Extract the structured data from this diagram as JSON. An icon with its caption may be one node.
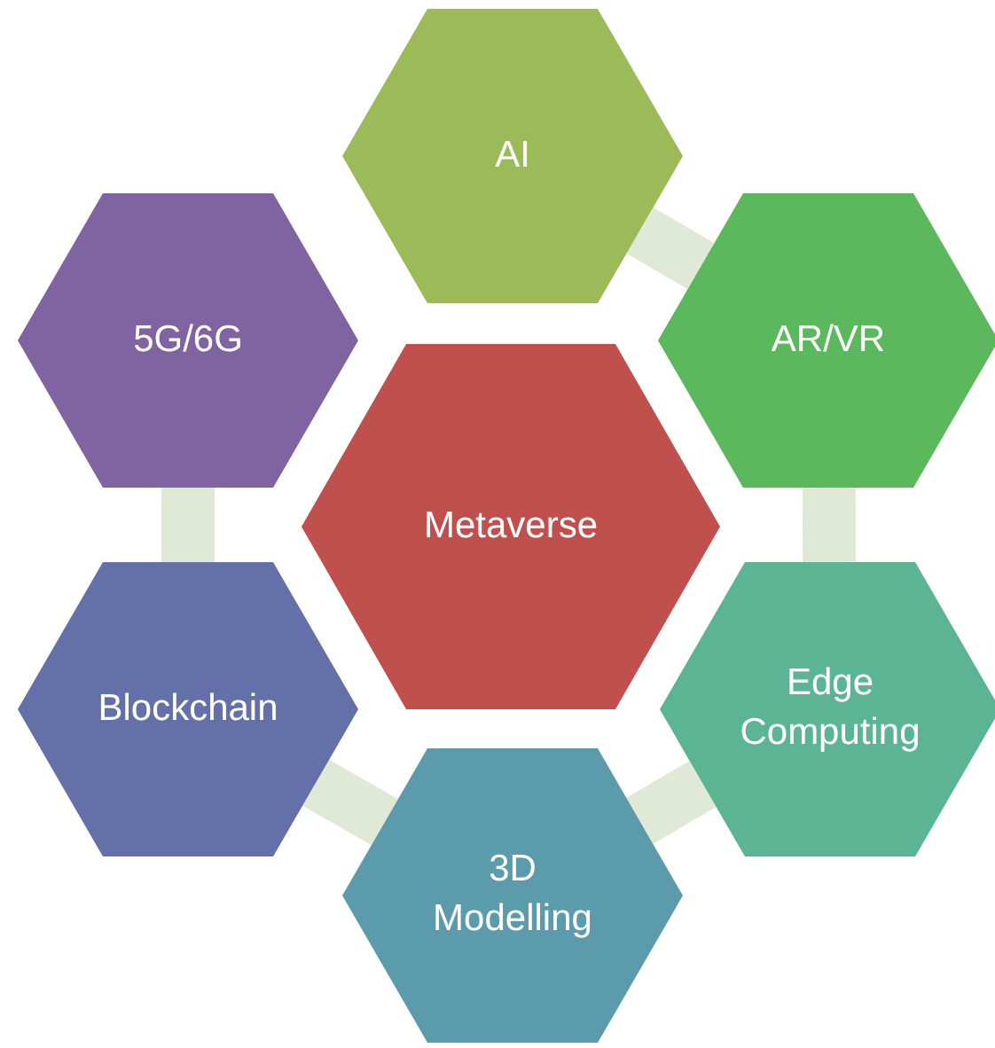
{
  "diagram": {
    "nodes": [
      {
        "text": [
          "AI"
        ]
      },
      {
        "text": [
          "5G/6G"
        ]
      },
      {
        "text": [
          "AR/VR"
        ]
      },
      {
        "text": [
          "Metaverse"
        ]
      },
      {
        "text": [
          "Blockchain"
        ]
      },
      {
        "text": [
          "Edge Computing"
        ]
      },
      {
        "text": [
          "3D Modelling"
        ]
      }
    ],
    "edges": [
      {
        "from": 0,
        "to": 2,
        "arrow": "none"
      },
      {
        "from": 2,
        "to": 5,
        "arrow": "none"
      },
      {
        "from": 5,
        "to": 6,
        "arrow": "none"
      },
      {
        "from": 6,
        "to": 4,
        "arrow": "none"
      },
      {
        "from": 4,
        "to": 1,
        "arrow": "none"
      }
    ]
  }
}
